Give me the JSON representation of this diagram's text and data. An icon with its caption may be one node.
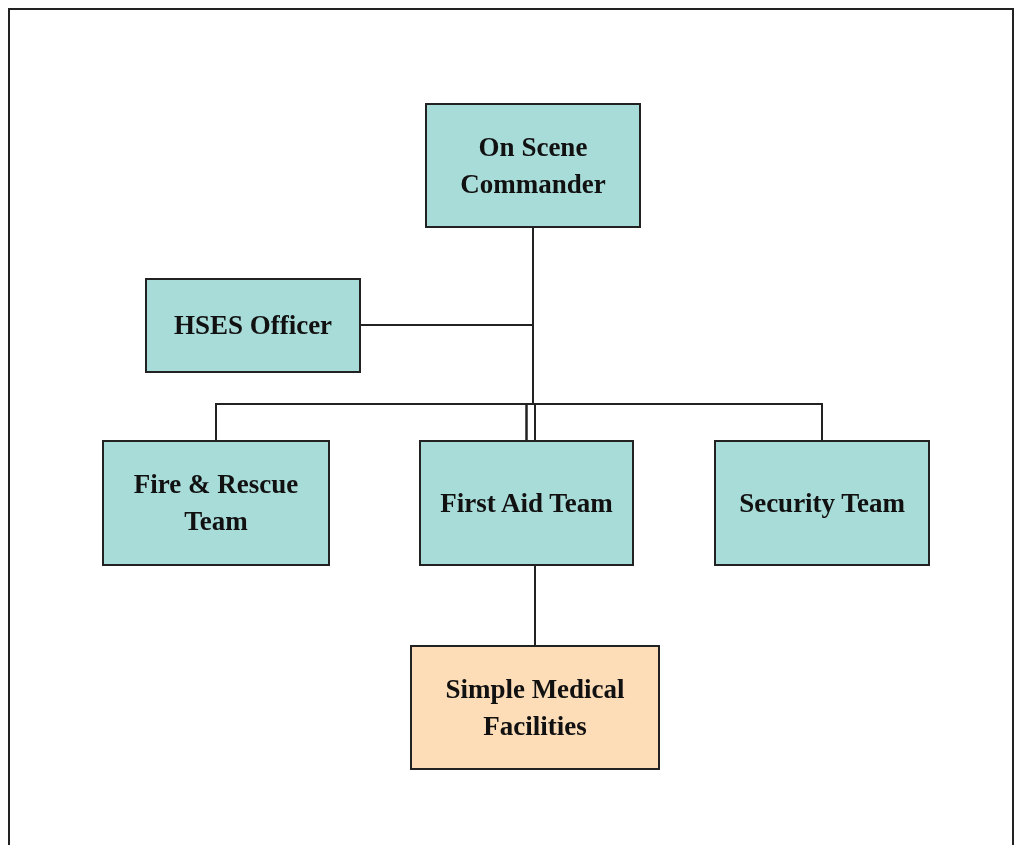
{
  "diagram": {
    "nodes": [
      {
        "text": [
          "On Scene Commander"
        ]
      },
      {
        "text": [
          "HSES Officer"
        ]
      },
      {
        "text": [
          "Fire & Rescue Team"
        ]
      },
      {
        "text": [
          "First Aid Team"
        ]
      },
      {
        "text": [
          "Security Team"
        ]
      },
      {
        "text": [
          "Simple Medical Facilities"
        ]
      }
    ],
    "edges": [
      {
        "from": 0,
        "to": 1,
        "arrow": "none"
      },
      {
        "from": 0,
        "to": 2,
        "arrow": "none"
      },
      {
        "from": 0,
        "to": 3,
        "arrow": "none"
      },
      {
        "from": 0,
        "to": 4,
        "arrow": "none"
      },
      {
        "from": 3,
        "to": 5,
        "arrow": "none"
      }
    ]
  }
}
